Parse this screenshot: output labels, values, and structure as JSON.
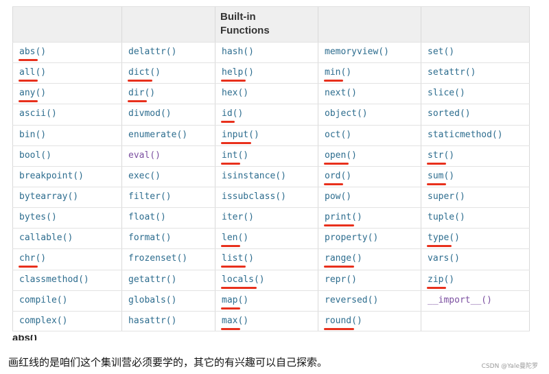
{
  "table": {
    "header_title_line1": "Built-in",
    "header_title_line2": "Functions",
    "columns": [
      [
        "abs()",
        "all()",
        "any()",
        "ascii()",
        "bin()",
        "bool()",
        "breakpoint()",
        "bytearray()",
        "bytes()",
        "callable()",
        "chr()",
        "classmethod()",
        "compile()",
        "complex()"
      ],
      [
        "delattr()",
        "dict()",
        "dir()",
        "divmod()",
        "enumerate()",
        "eval()",
        "exec()",
        "filter()",
        "float()",
        "format()",
        "frozenset()",
        "getattr()",
        "globals()",
        "hasattr()"
      ],
      [
        "hash()",
        "help()",
        "hex()",
        "id()",
        "input()",
        "int()",
        "isinstance()",
        "issubclass()",
        "iter()",
        "len()",
        "list()",
        "locals()",
        "map()",
        "max()"
      ],
      [
        "memoryview()",
        "min()",
        "next()",
        "object()",
        "oct()",
        "open()",
        "ord()",
        "pow()",
        "print()",
        "property()",
        "range()",
        "repr()",
        "reversed()",
        "round()"
      ],
      [
        "set()",
        "setattr()",
        "slice()",
        "sorted()",
        "staticmethod()",
        "str()",
        "sum()",
        "super()",
        "tuple()",
        "type()",
        "vars()",
        "zip()",
        "__import__()",
        ""
      ]
    ],
    "underlined": [
      [
        true,
        true,
        true,
        false,
        false,
        false,
        false,
        false,
        false,
        false,
        true,
        false,
        false,
        false
      ],
      [
        false,
        true,
        true,
        false,
        false,
        false,
        false,
        false,
        false,
        false,
        false,
        false,
        false,
        false
      ],
      [
        false,
        true,
        false,
        true,
        true,
        true,
        false,
        false,
        false,
        true,
        true,
        true,
        true,
        true
      ],
      [
        false,
        true,
        false,
        false,
        false,
        true,
        true,
        false,
        true,
        false,
        true,
        false,
        false,
        true
      ],
      [
        false,
        false,
        false,
        false,
        false,
        true,
        true,
        false,
        false,
        true,
        false,
        true,
        false,
        false
      ]
    ]
  },
  "cut_heading": "abs()",
  "caption": "画红线的是咱们这个集训营必须要学的，其它的有兴趣可以自己探索。",
  "watermark": "CSDN @Yale曼陀罗",
  "colors": {
    "function_text": "#2c6c8e",
    "underline": "#e8301c",
    "header_bg": "#efefef",
    "eval_text": "#7b4fa0"
  }
}
